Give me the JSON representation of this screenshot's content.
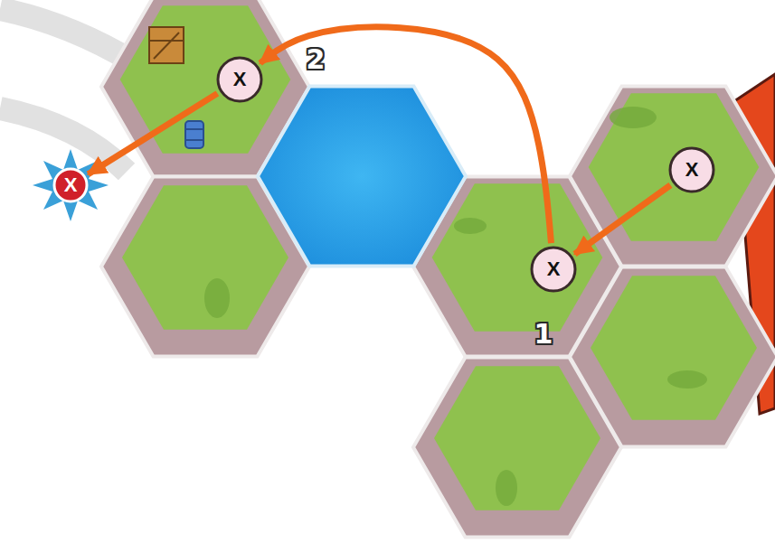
{
  "diagram": {
    "nodes": [
      {
        "text": [
          "X"
        ]
      },
      {
        "text": [
          "X"
        ]
      },
      {
        "text": [
          "X"
        ]
      },
      {
        "text": [
          "X"
        ]
      }
    ],
    "edges": [
      {
        "from": 1,
        "to": 3,
        "arrow": "to"
      },
      {
        "from": 3,
        "to": 0,
        "arrow": "to"
      },
      {
        "from": 0,
        "to": 2,
        "arrow": "to"
      }
    ],
    "labels": [
      "2",
      "1"
    ]
  }
}
